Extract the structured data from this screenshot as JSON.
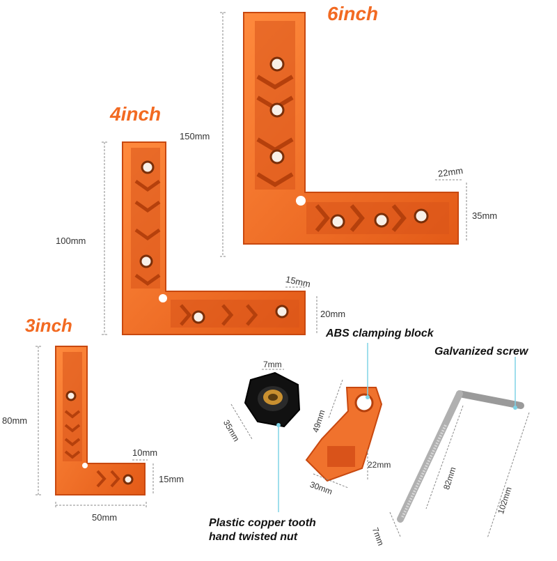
{
  "squares": {
    "large": {
      "size_label": "6inch",
      "height_label": "150mm",
      "thickness_label": "22mm",
      "arm_label": "35mm"
    },
    "medium": {
      "size_label": "4inch",
      "height_label": "100mm",
      "thickness_label": "15mm",
      "arm_label": "20mm"
    },
    "small": {
      "size_label": "3inch",
      "height_label": "80mm",
      "thickness_label": "10mm",
      "arm_label": "15mm",
      "width_label": "50mm"
    }
  },
  "accessories": {
    "clamp_block": {
      "title": "ABS clamping block",
      "length_label": "49mm",
      "width_label": "30mm",
      "neck_label": "22mm"
    },
    "screw": {
      "title": "Galvanized screw",
      "thread_label": "82mm",
      "total_label": "102mm",
      "dia_label": "7mm"
    },
    "nut": {
      "title_line1": "Plastic copper tooth",
      "title_line2": "hand twisted nut",
      "hole_label": "7mm",
      "dia_label": "35mm"
    }
  },
  "colors": {
    "orange": "#f26a22",
    "orange_dark": "#d4501a",
    "dim_line": "#888888",
    "callout_line": "#7fd3e6"
  }
}
